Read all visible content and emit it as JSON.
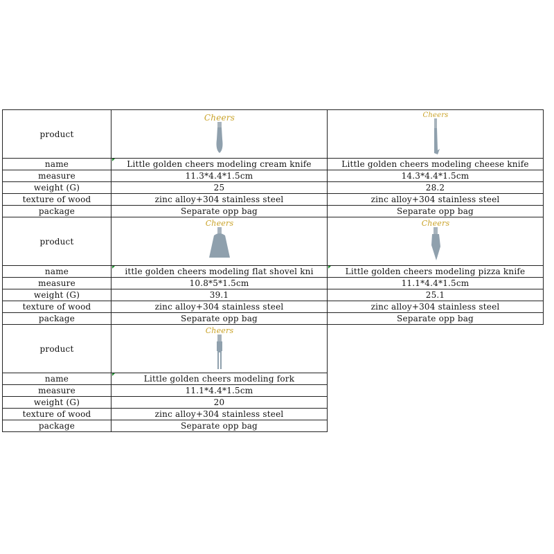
{
  "products": [
    {
      "labels": {
        "product": "product",
        "name": "name",
        "measure": "measure",
        "weight": "weight (G)",
        "texture": "texture of wood",
        "package": "package"
      },
      "image": "cream-knife-icon",
      "name": "Little golden cheers modeling cream knife",
      "measure": "11.3*4.4*1.5cm",
      "weight": "25",
      "texture": "zinc alloy+304 stainless steel",
      "package": "Separate opp bag",
      "logo_text": "Cheers"
    },
    {
      "image": "cheese-knife-icon",
      "name": "Little golden cheers modeling cheese knife",
      "measure": "14.3*4.4*1.5cm",
      "weight": "28.2",
      "texture": "zinc alloy+304 stainless steel",
      "package": "Separate opp bag",
      "logo_text": "Cheers"
    },
    {
      "labels": {
        "product": "product",
        "name": "name",
        "measure": "measure",
        "weight": "weight (G)",
        "texture": "texture of wood",
        "package": "package"
      },
      "image": "flat-shovel-knife-icon",
      "name": "ittle golden cheers modeling flat shovel kni",
      "measure": "10.8*5*1.5cm",
      "weight": "39.1",
      "texture": "zinc alloy+304 stainless steel",
      "package": "Separate opp bag",
      "logo_text": "Cheers"
    },
    {
      "image": "pizza-knife-icon",
      "name": "Little golden cheers modeling pizza knife",
      "measure": "11.1*4.4*1.5cm",
      "weight": "25.1",
      "texture": "zinc alloy+304 stainless steel",
      "package": "Separate opp bag",
      "logo_text": "Cheers"
    },
    {
      "labels": {
        "product": "product",
        "name": "name",
        "measure": "measure",
        "weight": "weight (G)",
        "texture": "texture of wood",
        "package": "package"
      },
      "image": "fork-icon",
      "name": "Little golden cheers modeling fork",
      "measure": "11.1*4.4*1.5cm",
      "weight": "20",
      "texture": "zinc alloy+304 stainless steel",
      "package": "Separate opp bag",
      "logo_text": "Cheers"
    }
  ],
  "colors": {
    "logo_gold": "#c9a227",
    "steel": "#8fa0ad",
    "border": "#222222",
    "tick": "#1a8a2a"
  }
}
